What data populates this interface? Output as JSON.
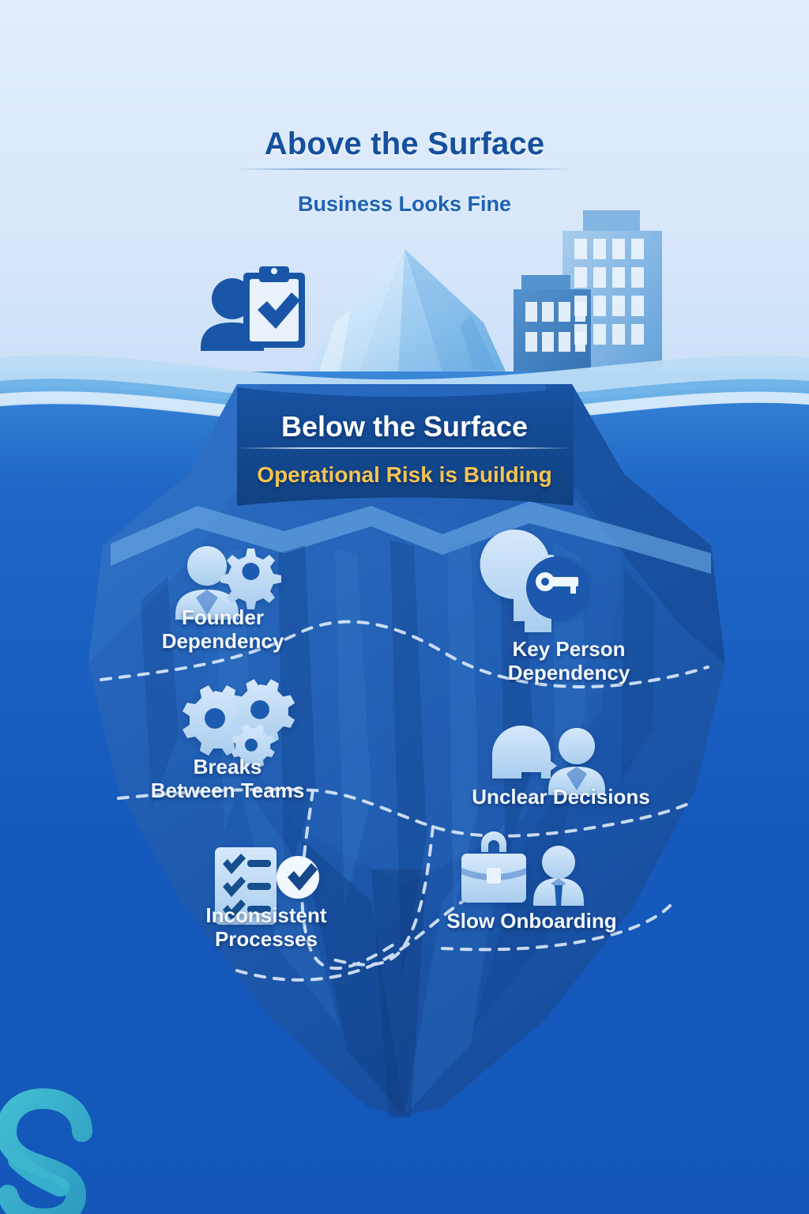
{
  "infographic": {
    "type": "iceberg-diagram",
    "above": {
      "title": "Above the Surface",
      "subtitle": "Business Looks Fine",
      "icons": [
        "person-clipboard-check-icon",
        "office-buildings-icon",
        "iceberg-tip-icon"
      ]
    },
    "below": {
      "title": "Below the Surface",
      "subtitle": "Operational Risk is Building",
      "items": [
        {
          "label": "Founder\nDependency",
          "icon": "person-gear-icon",
          "side": "left"
        },
        {
          "label": "Key Person\nDependency",
          "icon": "head-key-icon",
          "side": "right"
        },
        {
          "label": "Breaks\nBetween Teams",
          "icon": "three-gears-icon",
          "side": "left"
        },
        {
          "label": "Unclear Decisions",
          "icon": "two-people-icon",
          "side": "right"
        },
        {
          "label": "Inconsistent\nProcesses",
          "icon": "checklist-check-icon",
          "side": "left"
        },
        {
          "label": "Slow Onboarding",
          "icon": "briefcase-person-icon",
          "side": "right"
        }
      ]
    },
    "logo": {
      "name": "letter-s-logo",
      "letter": "S"
    },
    "colors": {
      "sky": "#dce9fa",
      "water_shallow": "#6fb3e8",
      "water_deep": "#1559bd",
      "banner_dark": "#134a96",
      "iceberg_light": "#9ecdf2",
      "iceberg_mid": "#2f6fc4",
      "iceberg_dark": "#123f88",
      "heading_blue": "#15509e",
      "accent_gold": "#f5c451",
      "text_white": "#f2f7ff",
      "logo_teal": "#39b4c9"
    }
  }
}
